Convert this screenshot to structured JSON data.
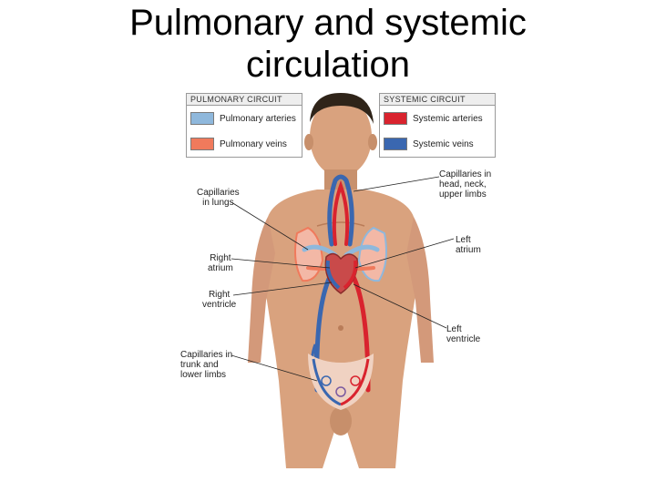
{
  "title": {
    "line1": "Pulmonary and systemic",
    "line2": "circulation"
  },
  "legend": {
    "pulmonary": {
      "heading": "PULMONARY CIRCUIT",
      "items": [
        {
          "label": "Pulmonary arteries",
          "color": "#8fb8dc"
        },
        {
          "label": "Pulmonary veins",
          "color": "#f07a5c"
        }
      ]
    },
    "systemic": {
      "heading": "SYSTEMIC CIRCUIT",
      "items": [
        {
          "label": "Systemic arteries",
          "color": "#d9232e"
        },
        {
          "label": "Systemic veins",
          "color": "#3a67b0"
        }
      ]
    }
  },
  "labels": {
    "capillaries_lungs": "Capillaries\nin lungs",
    "right_atrium": "Right\natrium",
    "right_ventricle": "Right\nventricle",
    "capillaries_trunk": "Capillaries in\ntrunk and\nlower limbs",
    "capillaries_head": "Capillaries in\nhead, neck,\nupper limbs",
    "left_atrium": "Left\natrium",
    "left_ventricle": "Left\nventricle"
  },
  "colors": {
    "skin": "#d9a27e",
    "skin_shadow": "#b97c58",
    "hair": "#2f2419",
    "artery_red": "#d9232e",
    "vein_blue": "#3a67b0",
    "pulmonary_vein": "#f07a5c",
    "pulmonary_artery": "#8fb8dc"
  }
}
